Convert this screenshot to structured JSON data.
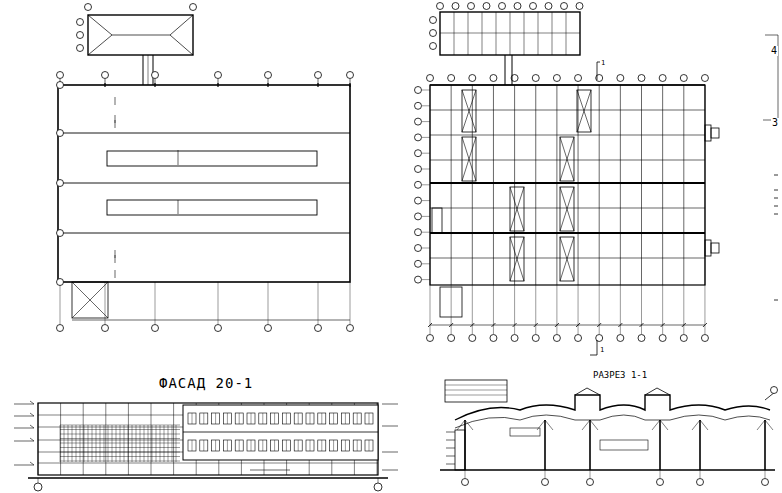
{
  "diagram": {
    "labels": [
      "ФАСАД 20-1",
      "РАЗРЕЗ 1-1",
      "4",
      "3",
      "1",
      "1"
    ]
  }
}
